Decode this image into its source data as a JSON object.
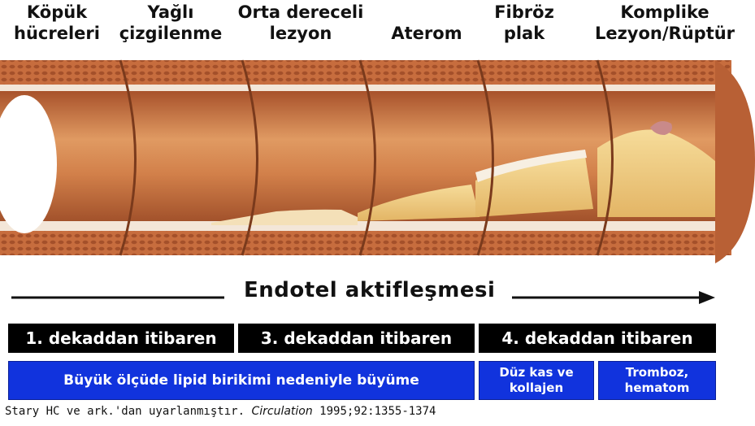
{
  "stages": [
    {
      "label": "Köpük\nhücreleri"
    },
    {
      "label": "Yağlı\nçizgilenme"
    },
    {
      "label": "Orta dereceli\nlezyon"
    },
    {
      "label": "Aterom"
    },
    {
      "label": "Fibröz\nplak"
    },
    {
      "label": "Komplike\nLezyon/Rüptür"
    }
  ],
  "arrow": {
    "label": "Endotel aktifleşmesi"
  },
  "decades": [
    {
      "label": "1. dekaddan itibaren"
    },
    {
      "label": "3. dekaddan itibaren"
    },
    {
      "label": "4. dekaddan itibaren"
    }
  ],
  "mechanisms": [
    {
      "label": "Büyük ölçüde lipid birikimi nedeniyle büyüme"
    },
    {
      "label": "Düz kas ve\nkollajen"
    },
    {
      "label": "Tromboz,\nhematom"
    }
  ],
  "citation": {
    "prefix": "Stary HC ve ark.'dan uyarlanmıştır.",
    "journal": "Circulation",
    "ref": "1995;92:1355-1374"
  },
  "colors": {
    "vessel_wall": "#c8643a",
    "lumen": "#d9864f",
    "lipid": "#f0c878",
    "band_blue": "#1133dd",
    "band_black": "#000000"
  }
}
